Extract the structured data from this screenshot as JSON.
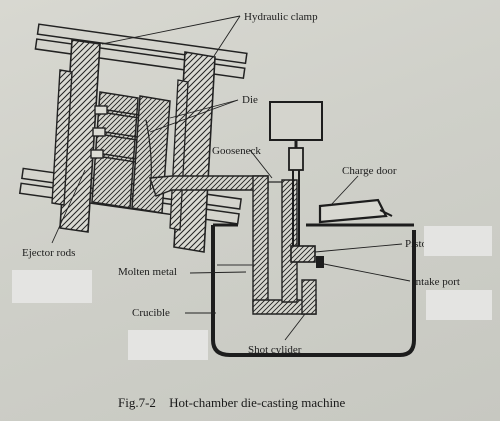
{
  "labels": {
    "hydraulic_clamp": "Hydraulic clamp",
    "die": "Die",
    "gooseneck": "Gooseneck",
    "charge_door": "Charge door",
    "piston": "Piston",
    "ejector_rods": "Ejector rods",
    "molten_metal": "Molten metal",
    "intake_port": "Intake port",
    "crucible": "Crucible",
    "shot_cylinder": "Shot cylider"
  },
  "caption": {
    "number": "Fig.7-2",
    "title": "Hot-chamber die-casting machine"
  }
}
